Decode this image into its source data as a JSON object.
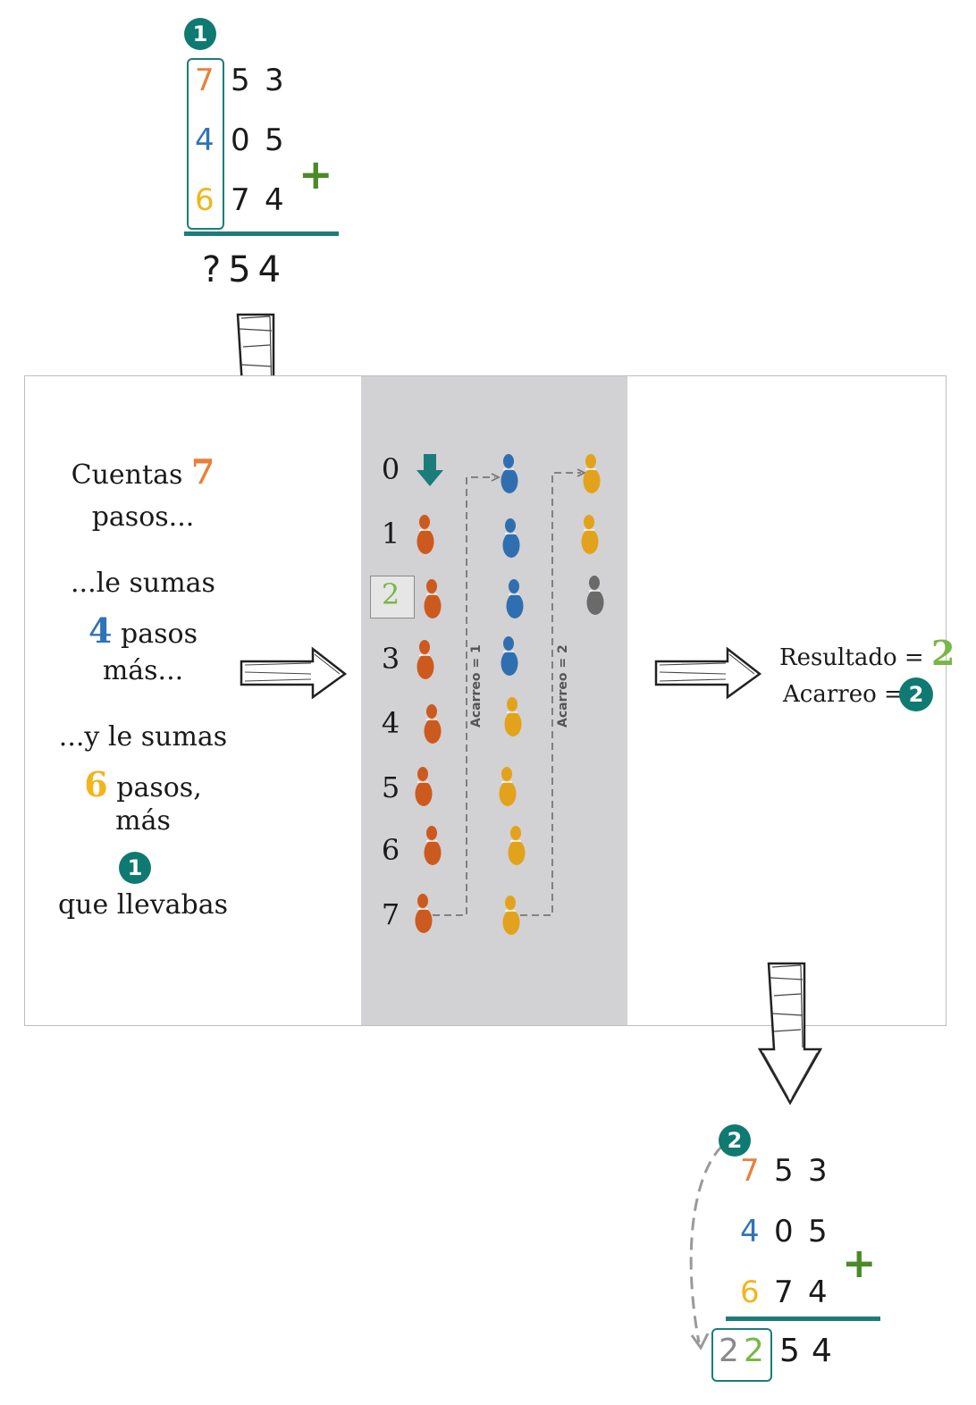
{
  "step1": {
    "badge": "1",
    "rows": [
      [
        "7",
        "5",
        "3"
      ],
      [
        "4",
        "0",
        "5"
      ],
      [
        "6",
        "7",
        "4"
      ]
    ],
    "plus": "+",
    "result": "?54"
  },
  "left_text": {
    "line1": "Cuentas",
    "n1": "7",
    "line2": "pasos...",
    "line3": "...le sumas",
    "n2": "4",
    "line4": "pasos",
    "line5": "más...",
    "line6": "...y le sumas",
    "n3": "6",
    "line7": "pasos,",
    "line8": "más",
    "badge": "1",
    "line9": "que llevabas"
  },
  "steps": [
    "0",
    "1",
    "2",
    "3",
    "4",
    "5",
    "6",
    "7"
  ],
  "carry_labels": [
    "Acarreo = 1",
    "Acarreo = 2"
  ],
  "right_text": {
    "result_label": "Resultado =",
    "result_value": "2",
    "carry_label": "Acarreo =",
    "carry_value": "2"
  },
  "step2": {
    "badge": "2",
    "rows": [
      [
        "7",
        "5",
        "3"
      ],
      [
        "4",
        "0",
        "5"
      ],
      [
        "6",
        "7",
        "4"
      ]
    ],
    "plus": "+",
    "result_gray": "2",
    "result_green": "2",
    "result_rest": [
      "5",
      "4"
    ]
  },
  "colors": {
    "orange": "#e8803a",
    "blue": "#2f73b8",
    "yellow": "#f2b51c",
    "teal": "#0f7a72",
    "green": "#7ab648",
    "foot_orange": "#cc5a1e",
    "foot_blue": "#2f6fb0",
    "foot_yellow": "#e3a21c",
    "foot_gray": "#6a6a6a"
  }
}
